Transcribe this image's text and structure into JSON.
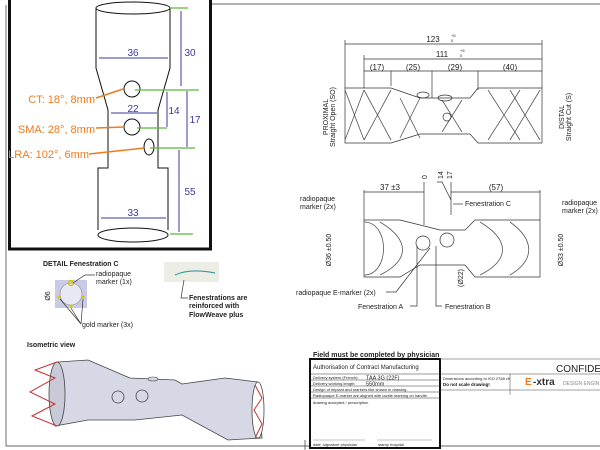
{
  "overlay": {
    "dimensions": {
      "top_length": "30",
      "top_diameter": "36",
      "waist_diameter": "22",
      "ct_to_sma": "14",
      "ct_to_lra": "17",
      "bottom_length": "55",
      "bottom_diameter": "33"
    },
    "branches": {
      "ct": "CT: 18°, 8mm",
      "sma": "SMA: 28°, 8mm",
      "lra": "LRA: 102°, 6mm"
    },
    "colors": {
      "dimension": "#3a3aa0",
      "reference_line": "#5cb83a",
      "branch_label": "#f07a1e"
    }
  },
  "side_view": {
    "overall_length": "123",
    "overall_tol_upper": "+5",
    "overall_tol_lower": "0",
    "covered_length": "111",
    "covered_tol_upper": "+5",
    "covered_tol_lower": "0",
    "segments": [
      "(17)",
      "(25)",
      "(29)",
      "(40)"
    ],
    "proximal_label": "PROXIMAL",
    "proximal_sub": "Straight Open (SO)",
    "distal_label": "DISTAL",
    "distal_sub": "Straight Cut (S)"
  },
  "top_view": {
    "offsets": [
      "0",
      "14",
      "17"
    ],
    "left_length": "37 ±3",
    "right_length": "(57)",
    "marker_left": [
      "radiopaque",
      "marker (2x)"
    ],
    "marker_right": [
      "radiopaque",
      "marker (2x)"
    ],
    "fenestration_c": "Fenestration C",
    "diameter_left": "Ø36 ±0.50",
    "diameter_right": "Ø33 ±0.50",
    "diameter_waist": "(Ø22)",
    "e_marker": "radiopaque E-marker (2x)",
    "fenestration_a": "Fenestration A",
    "fenestration_b": "Fenestration B"
  },
  "detail": {
    "title": "DETAIL Fenestration C",
    "diameter": "Ø6",
    "marker": [
      "radiopaque",
      "marker (1x)"
    ],
    "gold": "gold marker (3x)",
    "note": [
      "Fenestrations are",
      "reinforced with",
      "FlowWeave plus"
    ]
  },
  "isometric": {
    "title": "Isometric view"
  },
  "physician_form": {
    "heading": "Field must be completed by physician",
    "title": "Authorisation of Contract Manufacturing",
    "delivery_system_label": "Delivery system (French):",
    "delivery_system_value": "TAA 3G (22F)",
    "working_length_label": "Delivery working length:",
    "working_length_value": "550mm",
    "design_note": "Design of implant and markers like shown in drawing.",
    "marker_note": "Radiopaque E-marker are aligned with tactile marking on handle.",
    "accepted": "drawing accepted / prescription",
    "signature": "date, signature physician",
    "stamp": "stamp hospital"
  },
  "title_block": {
    "confidential": "CONFIDEN",
    "dimensions_note": "Dimensions according to ISO 2768 vK",
    "no_scale": "Do not scale drawing!",
    "logo_e": "E",
    "logo_text": "-xtra",
    "logo_sub": "DESIGN ENGIN",
    "brand_color": "#f07a1e"
  }
}
